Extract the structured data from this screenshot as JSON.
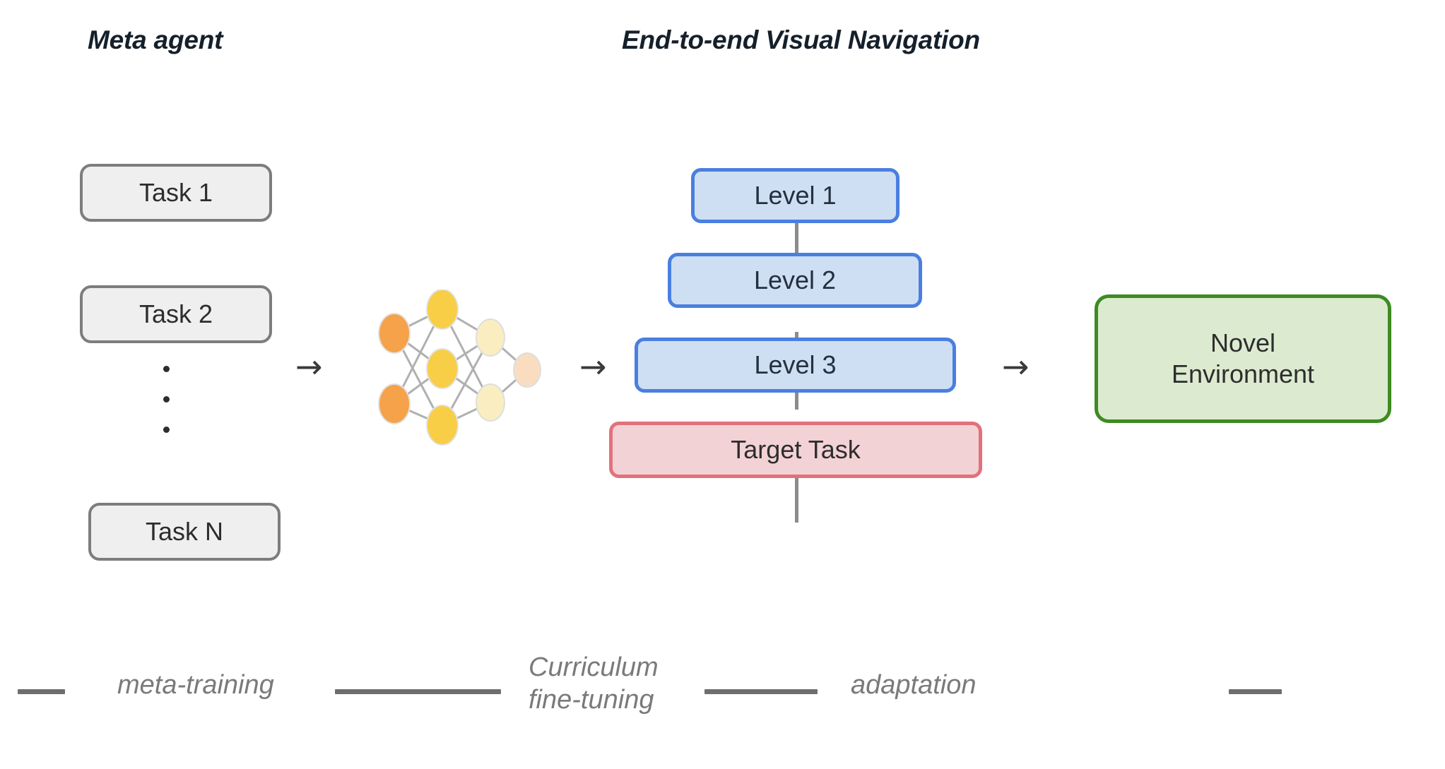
{
  "titles": {
    "left": "Meta agent",
    "right": "End-to-end Visual Navigation"
  },
  "meta_agent": {
    "tasks": [
      {
        "label": "Task 1"
      },
      {
        "label": "Task 2"
      },
      {
        "label": "Task N"
      }
    ],
    "ellipsis_dots": 3
  },
  "neural_network": {
    "layers": [
      {
        "name": "input-layer",
        "node_count": 2,
        "color": "#f5a24a"
      },
      {
        "name": "hidden-layer-1",
        "node_count": 3,
        "color": "#f7ce46"
      },
      {
        "name": "hidden-layer-2",
        "node_count": 2,
        "color": "#faeec0"
      },
      {
        "name": "output-layer",
        "node_count": 1,
        "color": "#fadcc0"
      }
    ],
    "edge_color": "#b0b0b0"
  },
  "curriculum": {
    "levels": [
      {
        "label": "Level 1"
      },
      {
        "label": "Level 2"
      },
      {
        "label": "Level 3"
      }
    ],
    "target": {
      "label": "Target Task"
    },
    "level_fill": "#cfdff3",
    "level_border": "#4a7fe0",
    "target_fill": "#f3d2d6",
    "target_border": "#e2717c"
  },
  "environment": {
    "label": "Novel\nEnvironment",
    "fill": "#dcebd0",
    "border": "#3d8b21"
  },
  "arrows": [
    {
      "name": "arrow-tasks-to-network",
      "glyph": "→"
    },
    {
      "name": "arrow-network-to-curriculum",
      "glyph": "→"
    },
    {
      "name": "arrow-curriculum-to-environment",
      "glyph": "→"
    }
  ],
  "legend": {
    "phases": [
      {
        "label": "meta-training"
      },
      {
        "label": "Curriculum\nfine-tuning"
      },
      {
        "label": "adaptation"
      }
    ],
    "dash_color": "#6e6e6e"
  }
}
